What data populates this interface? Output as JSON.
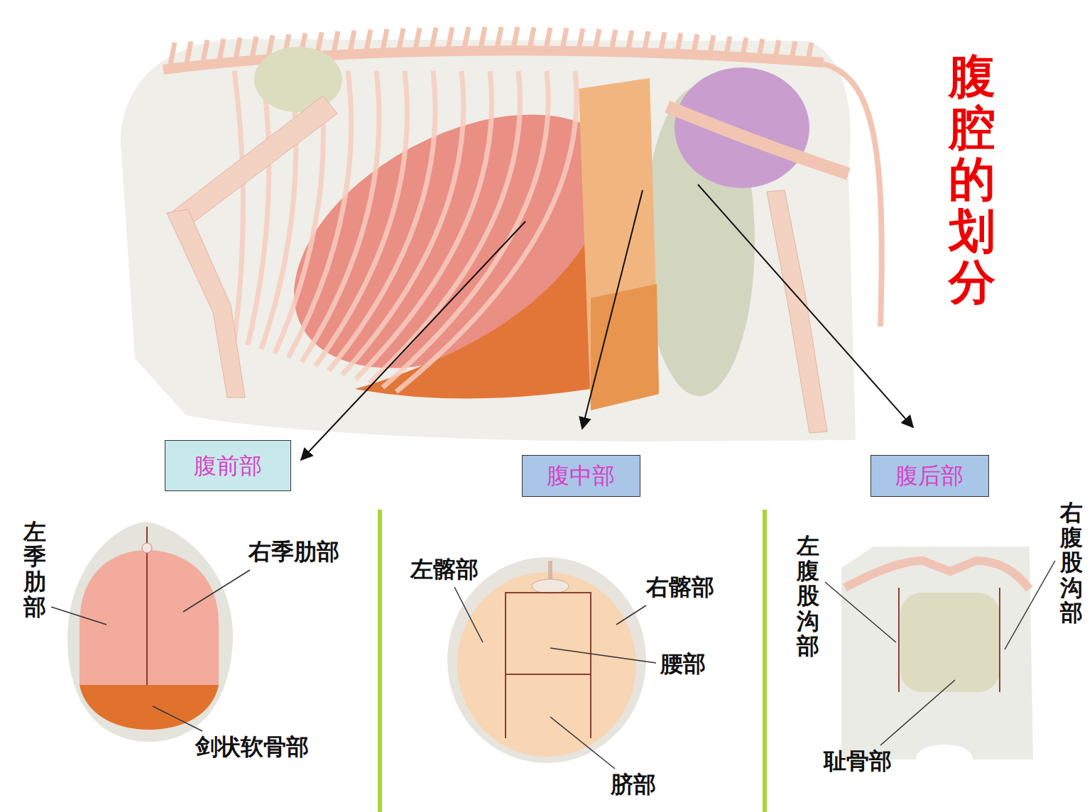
{
  "diagram": {
    "title": "腹腔的划分",
    "nodes": [
      {
        "text": [
          "腹前部"
        ]
      },
      {
        "text": [
          "腹中部"
        ]
      },
      {
        "text": [
          "腹后部"
        ]
      }
    ],
    "labels": [
      "左季肋部",
      "右季肋部",
      "剑状软骨部",
      "左髂部",
      "右髂部",
      "腰部",
      "脐部",
      "左腹股沟部",
      "右腹股沟部",
      "耻骨部"
    ]
  }
}
